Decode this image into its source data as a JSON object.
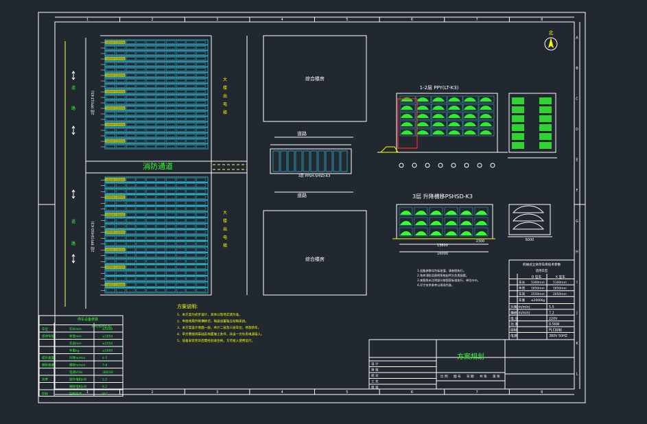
{
  "drawing": {
    "north_label": "北",
    "frame_top_numbers": [
      "1",
      "2",
      "3",
      "4",
      "5",
      "6",
      "7",
      "8"
    ],
    "frame_side_letters": [
      "A",
      "B",
      "C",
      "D",
      "E",
      "F",
      "G",
      "H",
      "I",
      "J",
      "K",
      "L"
    ],
    "road_left": [
      "道",
      "路"
    ],
    "road_left_bottom": [
      "道",
      "路"
    ],
    "fire_lane": "消防通道",
    "building_label_top": "综合楼房",
    "building_label_bottom": "综合楼房",
    "vertical_text_1": [
      "大",
      "楼",
      "出",
      "电",
      "梯"
    ],
    "vertical_text_2": [
      "大",
      "楼",
      "出",
      "电",
      "梯"
    ],
    "mid_road_top": "道路",
    "mid_road_bottom": "道路",
    "row_label_top": "2层 PPY(LT-K5)",
    "row_label_bottom": "2层 PPY(SHSD-K3)",
    "center_block_label": "3层 PPSH-SHSD-K3",
    "elevation_top_title": "1-2层 PPY(LT-K3)",
    "elevation_bottom_title": "3层 升降横移PSHSD-K3",
    "dim_13800": "13800",
    "dim_16000": "16000",
    "dim_2300": "2300",
    "dim_6000": "6000"
  },
  "notes": {
    "title": "方案说明:",
    "lines": [
      "1、本方案为初步设计，具体以现场实测为准。",
      "2、车库采用升降横移式，每组设置独立控制系统。",
      "3、本方案设计地面一层，共计二层及三层车位，停放轿车。",
      "4、甲方需提供基础及地面施工条件，并由一方负责电源接入。",
      "5、设备安装完毕后需经验收合格，方可投入使用运行。"
    ],
    "small_lines": [
      "1.设备参数均为标准值，请参照执行。",
      "2.车库消防及照明系统由甲方负责配套。",
      "3.本图纸未注明部分按国家标准执行，单位mm。",
      "4.尺寸仅供参考以现场为准。"
    ]
  },
  "spec_left": {
    "header": "停车设备参数",
    "sub_header": "PPY(SHSD-K)",
    "rows": [
      {
        "label": "车位",
        "key": "车长mm",
        "val": "≤5000"
      },
      {
        "label": "适停车型",
        "key": "车宽mm",
        "val": "≤1850"
      },
      {
        "label": "",
        "key": "车高mm",
        "val": "≤1550"
      },
      {
        "label": "",
        "key": "车重kg",
        "val": "≤2000"
      },
      {
        "label": "提升速度",
        "key": "升降m/min",
        "val": "4-5"
      },
      {
        "label": "横移速度",
        "key": "横移m/min",
        "val": "7-8"
      },
      {
        "label": "",
        "key": "电源V/Hz",
        "val": "380/50"
      },
      {
        "label": "功率",
        "key": "提升电机kW",
        "val": "2.2"
      },
      {
        "label": "",
        "key": "横移电机kW",
        "val": "0.2"
      },
      {
        "label": "控制",
        "key": "控制方式",
        "val": "PLC"
      }
    ]
  },
  "spec_right": {
    "header": "机械式立体停车库技术参数",
    "model_row": "适用车型",
    "col1": "D 型车",
    "col2": "K 型车",
    "rows": [
      {
        "k": "车长",
        "a": "5300mm",
        "b": "5100mm"
      },
      {
        "k": "车宽",
        "a": "1850mm",
        "b": "1850mm"
      },
      {
        "k": "车高",
        "a": "1550mm",
        "b": "2050mm"
      },
      {
        "k": "车重",
        "a": "≤2000kg",
        "b": ""
      }
    ],
    "speed_rows": [
      {
        "k": "升降(m/min)",
        "v": "5.5"
      },
      {
        "k": "横移(m/min)",
        "v": "7.2"
      },
      {
        "k": "电 压",
        "v": "220V"
      },
      {
        "k": "功 率",
        "v": "0.5KW"
      },
      {
        "k": "控制",
        "v": "PLC控制"
      },
      {
        "k": "电源",
        "v": "380V 50HZ"
      }
    ]
  },
  "title_block": {
    "title": "方案规划",
    "rows": [
      "设 计",
      "审 核",
      "校 对",
      "工 艺",
      "批 准"
    ],
    "cols": [
      "比 例",
      "图 号",
      "日 期",
      "共 张",
      "第 张"
    ]
  }
}
